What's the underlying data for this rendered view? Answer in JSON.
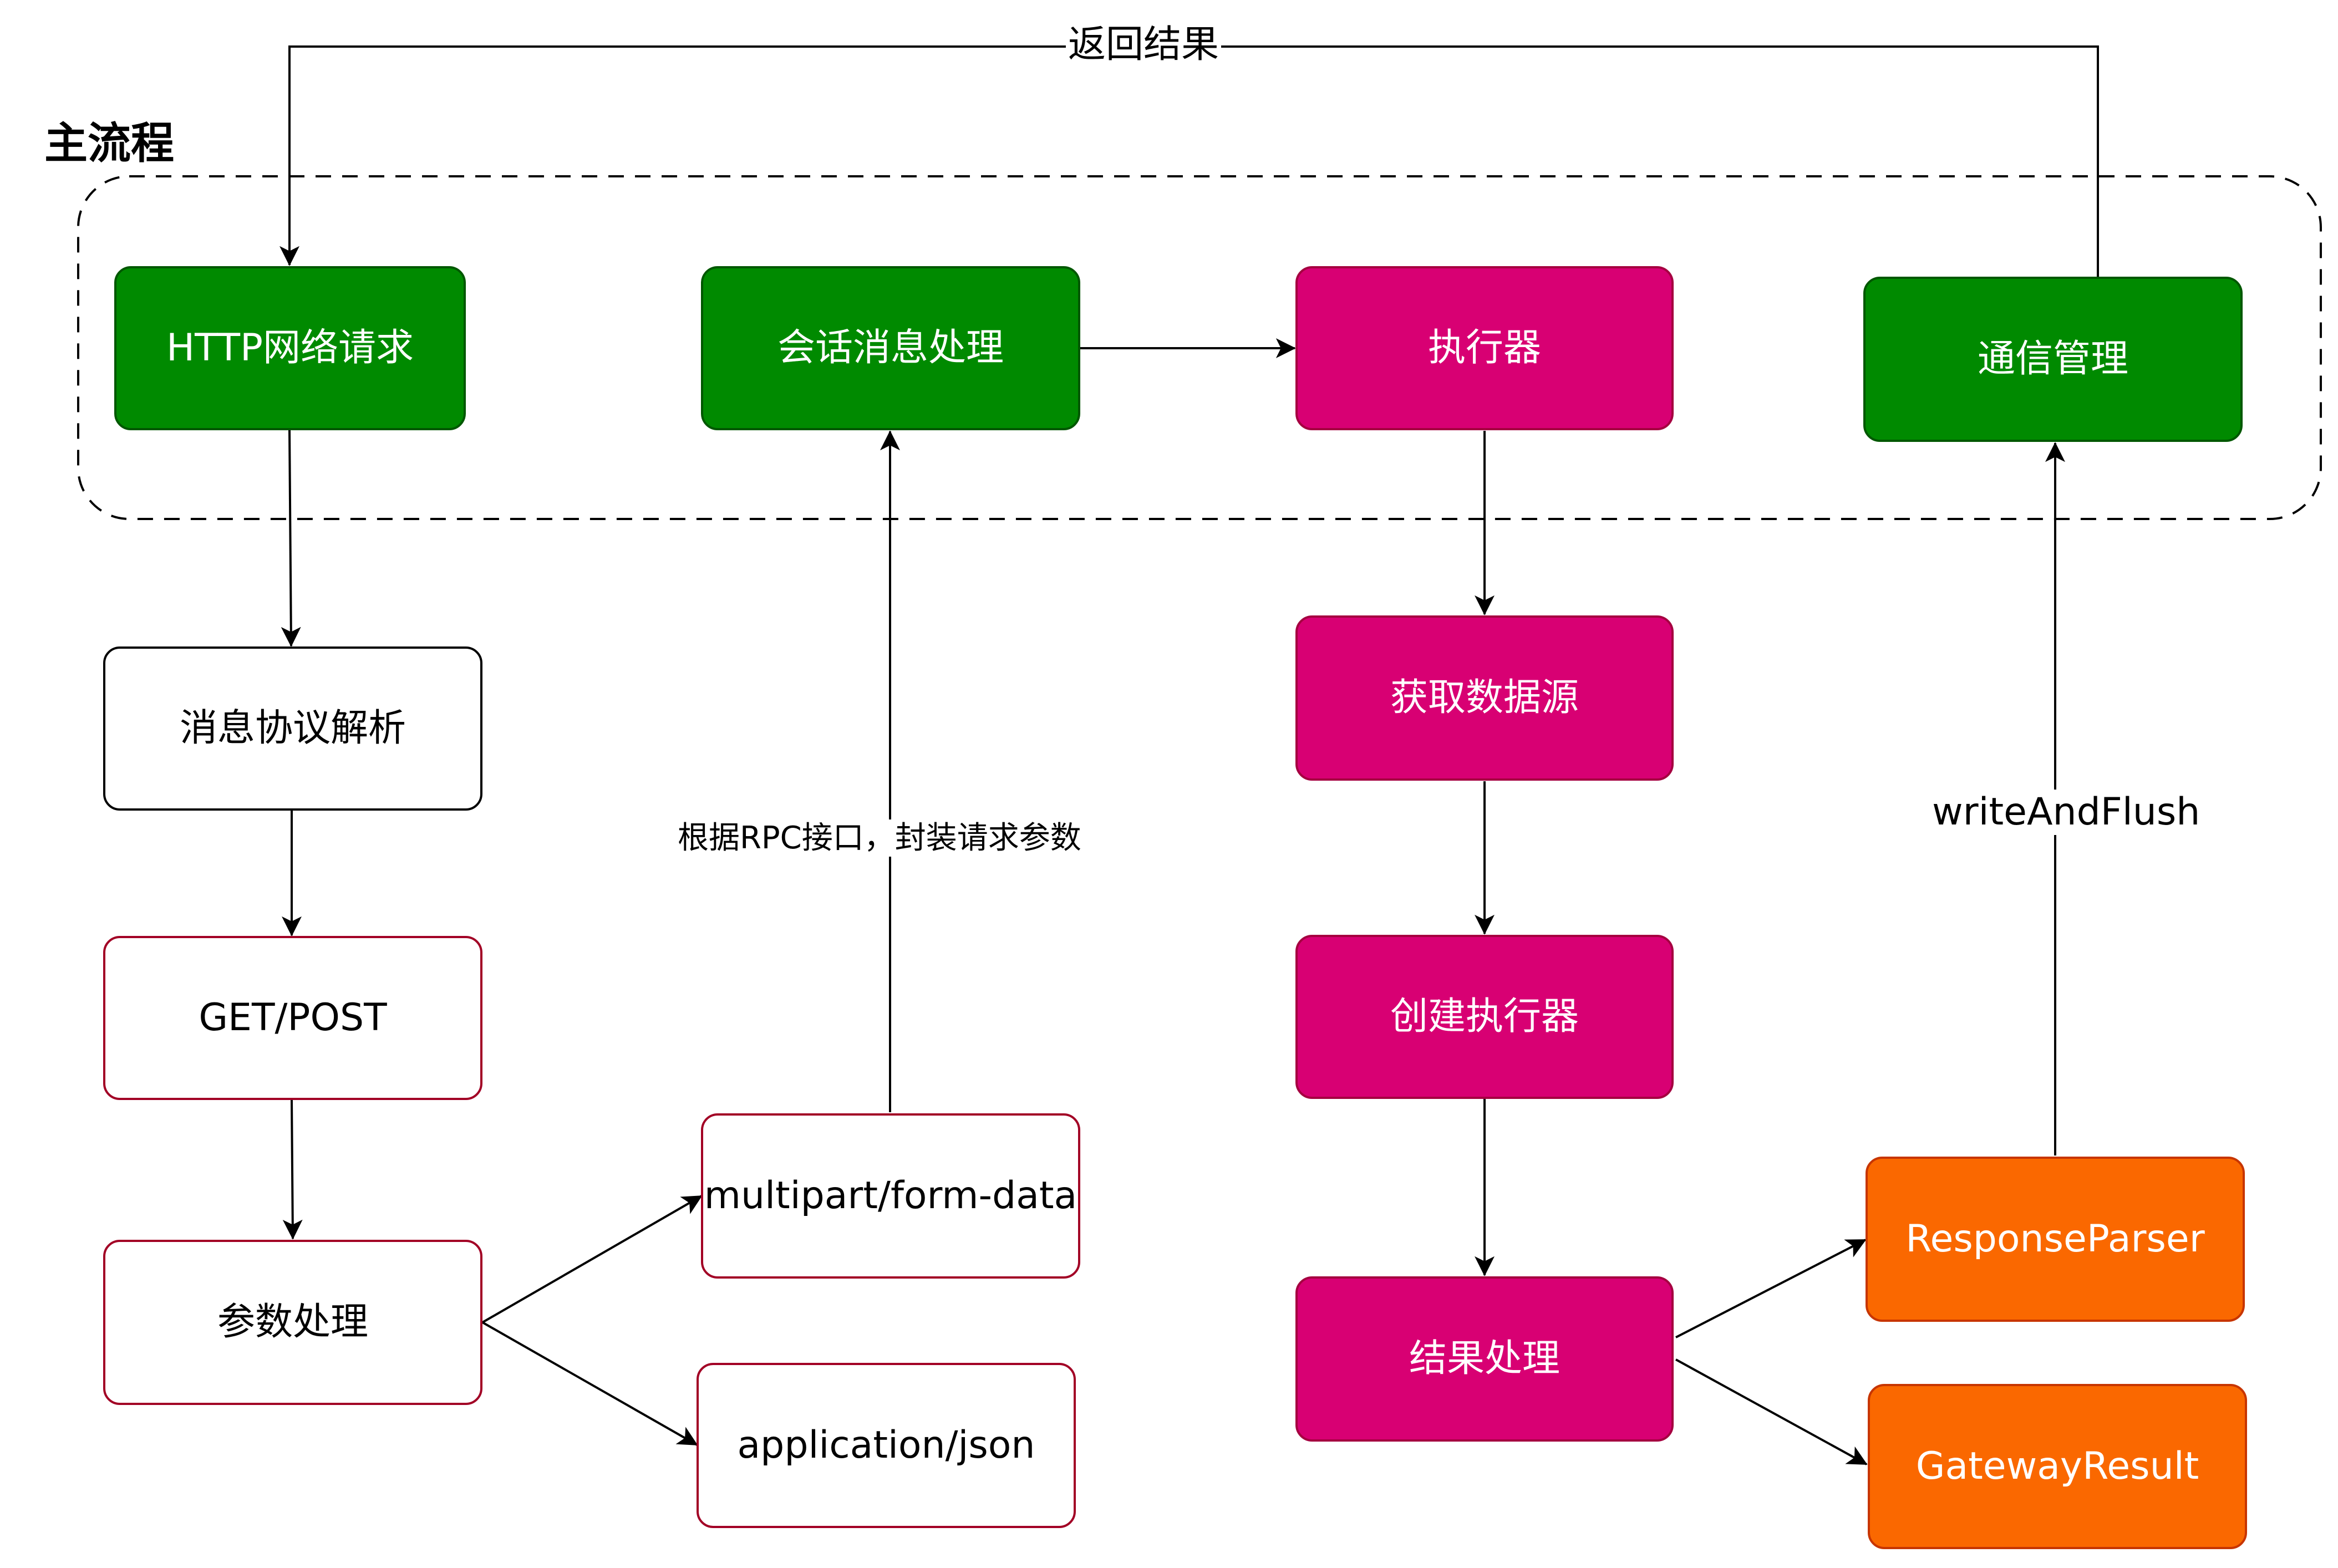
{
  "diagram": {
    "title": "主流程",
    "nodes": {
      "http_request": "HTTP网络请求",
      "session_message": "会话消息处理",
      "executor": "执行器",
      "comm_manager": "通信管理",
      "protocol_parse": "消息协议解析",
      "get_post": "GET/POST",
      "param_process": "参数处理",
      "multipart": "multipart/form-data",
      "app_json": "application/json",
      "get_datasource": "获取数据源",
      "create_executor": "创建执行器",
      "result_process": "结果处理",
      "response_parser": "ResponseParser",
      "gateway_result": "GatewayResult"
    },
    "edge_labels": {
      "return_result": "返回结果",
      "rpc_wrap": "根据RPC接口，封装请求参数",
      "write_flush": "writeAndFlush"
    },
    "colors": {
      "green_fill": "#008a00",
      "pink_fill": "#d80073",
      "orange_fill": "#fa6800",
      "red_border": "#a20025"
    }
  }
}
